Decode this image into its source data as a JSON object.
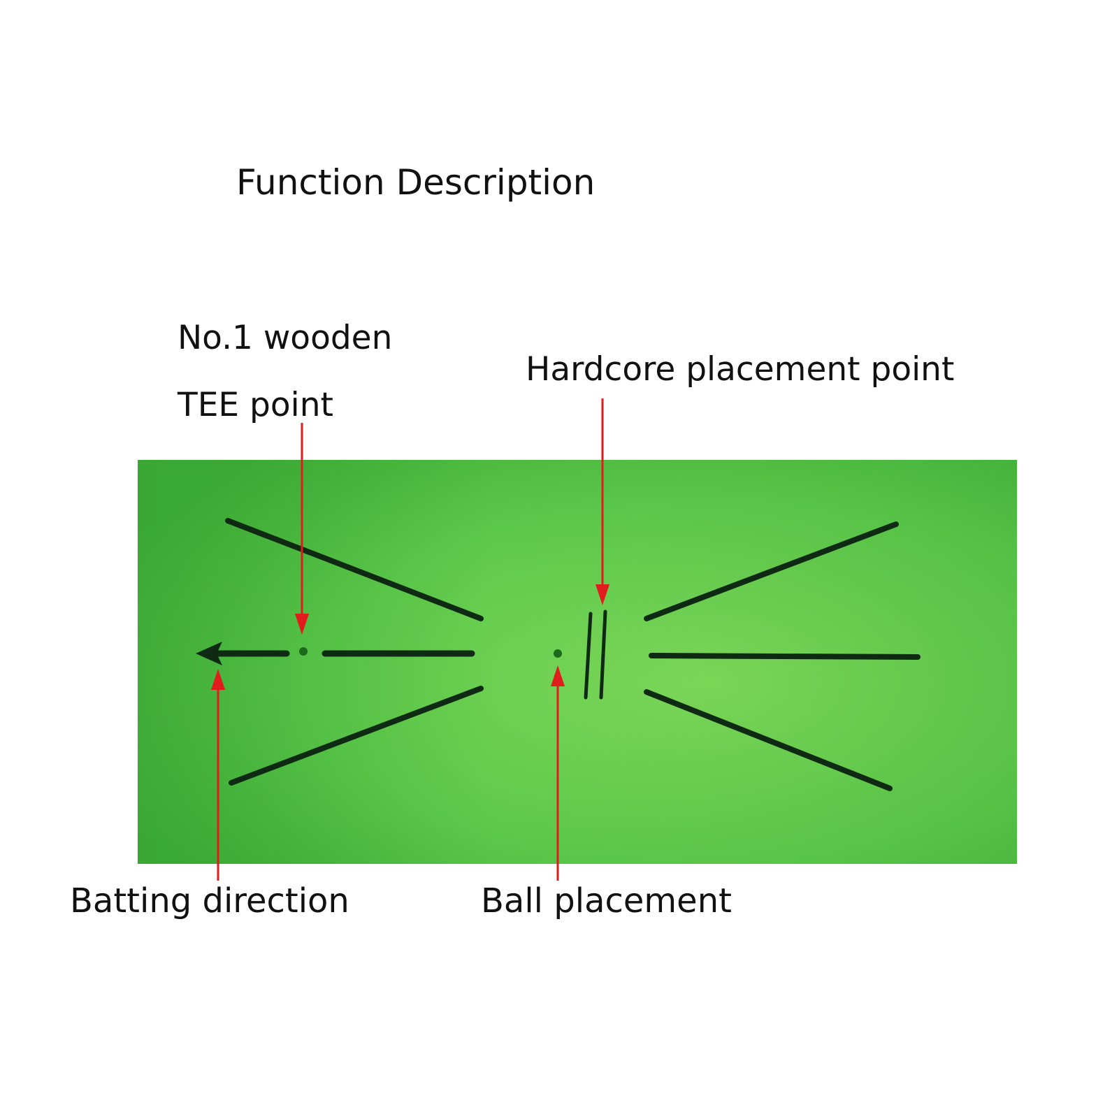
{
  "title": "Function Description",
  "labels": {
    "tee_line1": "No.1 wooden",
    "tee_line2": "TEE point",
    "hardcore": "Hardcore placement point",
    "batting": "Batting direction",
    "ball": "Ball placement"
  },
  "colors": {
    "mat": "#4cbd3a",
    "mat_light": "#7ed957",
    "lines": "#0f2a12",
    "arrow": "#e11c1c",
    "text": "#111111"
  }
}
